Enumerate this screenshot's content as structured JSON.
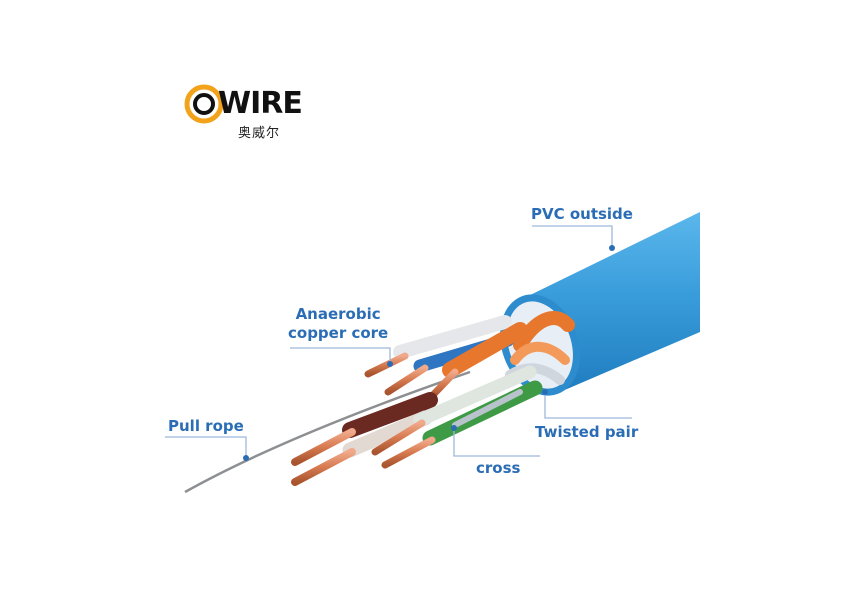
{
  "logo": {
    "brand": "OWIRE",
    "word": "WIRE",
    "chinese": "奥威尔",
    "ring_color": "#f2a31b",
    "inner_color": "#111111"
  },
  "labels": {
    "pvc_outside": "PVC outside",
    "anaerobic_line1": "Anaerobic",
    "anaerobic_line2": "copper core",
    "pull_rope": "Pull rope",
    "twisted_pair": "Twisted pair",
    "cross": "cross"
  },
  "colors": {
    "label_text": "#2b6db5",
    "leader_line": "#9db8dc",
    "jacket": "#3b9fdc",
    "copper": "#d9825a",
    "orange_wire": "#e8772e",
    "green_wire": "#3f9a46",
    "brown_wire": "#6a2a22",
    "blue_wire": "#2f76c2"
  }
}
